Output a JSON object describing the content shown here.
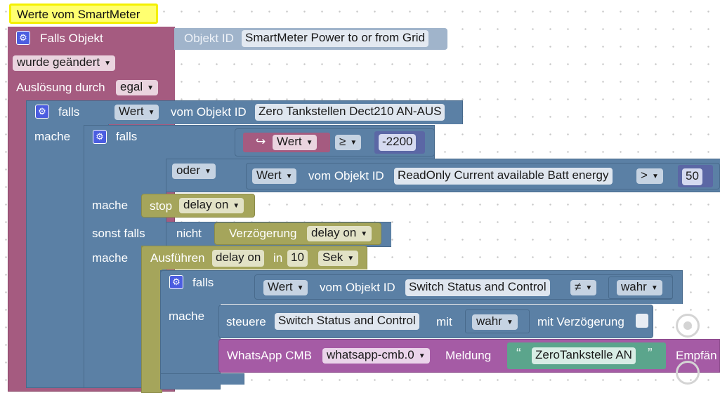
{
  "comment_label": "Werte vom SmartMeter",
  "trigger": {
    "title": "Falls Objekt",
    "object_id_label": "Objekt ID",
    "object_id_value": "SmartMeter Power to or from Grid",
    "changed": "wurde geändert",
    "trigger_by_label": "Auslösung durch",
    "trigger_by_value": "egal"
  },
  "if1": {
    "falls": "falls",
    "value": "Wert",
    "from_object": "vom Objekt ID",
    "object": "Zero Tankstellen Dect210 AN-AUS",
    "mache": "mache"
  },
  "if2": {
    "falls": "falls",
    "cond_a_value": "Wert",
    "cond_a_op": "≥",
    "cond_a_number": "-2200",
    "or_label": "oder",
    "cond_b_value": "Wert",
    "cond_b_from": "vom Objekt ID",
    "cond_b_object": "ReadOnly Current available Batt energy",
    "cond_b_op": ">",
    "cond_b_number": "50",
    "mache": "mache",
    "stop": "stop",
    "stop_value": "delay on",
    "elseif": "sonst falls",
    "not": "nicht",
    "delay_label": "Verzögerung",
    "delay_value": "delay on",
    "mache2": "mache",
    "run": "Ausführen",
    "run_value": "delay on",
    "in": "in",
    "seconds": "10",
    "unit": "Sek"
  },
  "if3": {
    "falls": "falls",
    "value": "Wert",
    "from_object": "vom Objekt ID",
    "object": "Switch Status and Control",
    "op": "≠",
    "bool": "wahr",
    "mache": "mache",
    "control_label": "steuere",
    "control_object": "Switch Status and Control",
    "with_label": "mit",
    "with_value": "wahr",
    "delay_label": "mit Verzögerung"
  },
  "whatsapp": {
    "label": "WhatsApp CMB",
    "instance": "whatsapp-cmb.0",
    "message_label": "Meldung",
    "message": "ZeroTankstelle AN",
    "recipient_label": "Empfän"
  },
  "colors": {
    "trigger": "#a55b80",
    "logic": "#5b80a5",
    "timeout": "#a5a55b",
    "text": "#5ba58c",
    "whatsapp": "#a55ba5",
    "comment": "#ffff00"
  }
}
